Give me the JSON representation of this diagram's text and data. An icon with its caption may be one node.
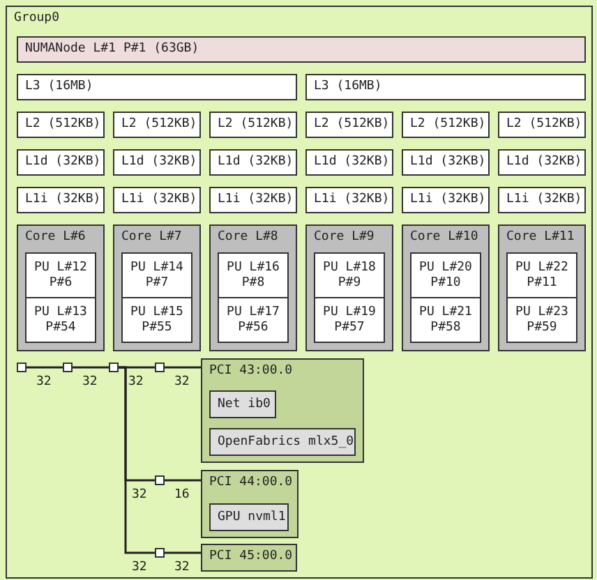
{
  "diagram": {
    "nodes": [
      {
        "text": [
          "Group0"
        ]
      },
      {
        "text": [
          "NUMANode L#1 P#1 (63GB)"
        ],
        "in": 0
      },
      {
        "text": [
          "L3 (16MB)"
        ],
        "in": 0
      },
      {
        "text": [
          "L3 (16MB)"
        ],
        "in": 0
      },
      {
        "text": [
          "L2 (512KB)"
        ],
        "in": 0
      },
      {
        "text": [
          "L2 (512KB)"
        ],
        "in": 0
      },
      {
        "text": [
          "L2 (512KB)"
        ],
        "in": 0
      },
      {
        "text": [
          "L2 (512KB)"
        ],
        "in": 0
      },
      {
        "text": [
          "L2 (512KB)"
        ],
        "in": 0
      },
      {
        "text": [
          "L2 (512KB)"
        ],
        "in": 0
      },
      {
        "text": [
          "L1d (32KB)"
        ],
        "in": 0
      },
      {
        "text": [
          "L1d (32KB)"
        ],
        "in": 0
      },
      {
        "text": [
          "L1d (32KB)"
        ],
        "in": 0
      },
      {
        "text": [
          "L1d (32KB)"
        ],
        "in": 0
      },
      {
        "text": [
          "L1d (32KB)"
        ],
        "in": 0
      },
      {
        "text": [
          "L1d (32KB)"
        ],
        "in": 0
      },
      {
        "text": [
          "L1i (32KB)"
        ],
        "in": 0
      },
      {
        "text": [
          "L1i (32KB)"
        ],
        "in": 0
      },
      {
        "text": [
          "L1i (32KB)"
        ],
        "in": 0
      },
      {
        "text": [
          "L1i (32KB)"
        ],
        "in": 0
      },
      {
        "text": [
          "L1i (32KB)"
        ],
        "in": 0
      },
      {
        "text": [
          "L1i (32KB)"
        ],
        "in": 0
      },
      {
        "text": [
          "Core L#6"
        ],
        "in": 0
      },
      {
        "text": [
          "PU L#12 P#6"
        ],
        "in": 22
      },
      {
        "text": [
          "PU L#13 P#54"
        ],
        "in": 22
      },
      {
        "text": [
          "Core L#7"
        ],
        "in": 0
      },
      {
        "text": [
          "PU L#14 P#7"
        ],
        "in": 25
      },
      {
        "text": [
          "PU L#15 P#55"
        ],
        "in": 25
      },
      {
        "text": [
          "Core L#8"
        ],
        "in": 0
      },
      {
        "text": [
          "PU L#16 P#8"
        ],
        "in": 28
      },
      {
        "text": [
          "PU L#17 P#56"
        ],
        "in": 28
      },
      {
        "text": [
          "Core L#9"
        ],
        "in": 0
      },
      {
        "text": [
          "PU L#18 P#9"
        ],
        "in": 31
      },
      {
        "text": [
          "PU L#19 P#57"
        ],
        "in": 31
      },
      {
        "text": [
          "Core L#10"
        ],
        "in": 0
      },
      {
        "text": [
          "PU L#20 P#10"
        ],
        "in": 34
      },
      {
        "text": [
          "PU L#21 P#58"
        ],
        "in": 34
      },
      {
        "text": [
          "Core L#11"
        ],
        "in": 0
      },
      {
        "text": [
          "PU L#22 P#11"
        ],
        "in": 37
      },
      {
        "text": [
          "PU L#23 P#59"
        ],
        "in": 37
      },
      {
        "text": [],
        "shape": "box",
        "in": 0
      },
      {
        "text": [],
        "shape": "box",
        "in": 0
      },
      {
        "text": [],
        "shape": "box",
        "in": 0
      },
      {
        "text": [],
        "shape": "box",
        "in": 0
      },
      {
        "text": [
          "PCI 43:00.0"
        ],
        "in": 0
      },
      {
        "text": [
          "Net ib0"
        ],
        "in": 44
      },
      {
        "text": [
          "OpenFabrics mlx5_0"
        ],
        "in": 44
      },
      {
        "text": [],
        "shape": "box",
        "in": 0
      },
      {
        "text": [
          "PCI 44:00.0"
        ],
        "in": 0
      },
      {
        "text": [
          "GPU nvml1"
        ],
        "in": 48
      },
      {
        "text": [],
        "shape": "box",
        "in": 0
      },
      {
        "text": [
          "PCI 45:00.0"
        ],
        "in": 0
      }
    ],
    "edges": [
      {
        "from": 40,
        "to": 41,
        "arrow": "none",
        "label": "32"
      },
      {
        "from": 41,
        "to": 42,
        "arrow": "none",
        "label": "32"
      },
      {
        "from": 42,
        "to": 43,
        "arrow": "none",
        "label": "32"
      },
      {
        "from": 43,
        "to": 44,
        "arrow": "none",
        "label": "32"
      },
      {
        "from": 42,
        "to": 47,
        "arrow": "none",
        "label": "32"
      },
      {
        "from": 47,
        "to": 48,
        "arrow": "none",
        "label": "16"
      },
      {
        "from": 42,
        "to": 50,
        "arrow": "none",
        "label": "32"
      },
      {
        "from": 50,
        "to": 51,
        "arrow": "none",
        "label": "32"
      }
    ]
  }
}
